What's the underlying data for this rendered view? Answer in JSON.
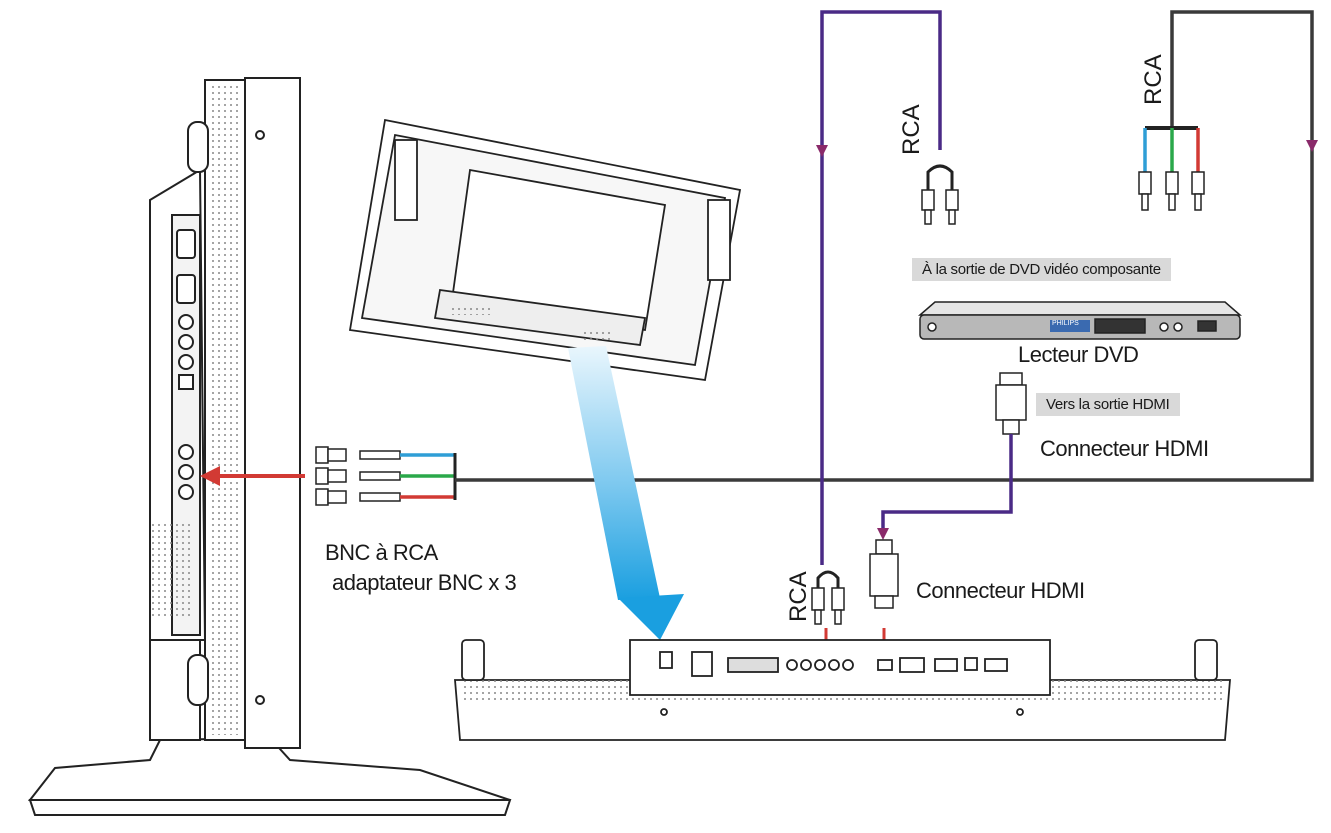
{
  "labels": {
    "rca_top_left": "RCA",
    "rca_top_right": "RCA",
    "rca_bottom": "RCA",
    "component_out": "À la sortie de DVD vidéo composante",
    "dvd_player": "Lecteur DVD",
    "dvd_brand": "PHILIPS",
    "hdmi_out": "Vers la sortie HDMI",
    "hdmi_connector_top": "Connecteur HDMI",
    "hdmi_connector_bottom": "Connecteur HDMI",
    "bnc_line1": "BNC à RCA",
    "bnc_line2": "adaptateur BNC x 3"
  },
  "colors": {
    "purple_cable": "#4a2a86",
    "dark_cable": "#3a3a3a",
    "red_arrow": "#d23a34",
    "rca_blue": "#2f9ed6",
    "rca_green": "#2aa84a",
    "rca_red": "#d23a34",
    "blue_beam": "#1a9fe0"
  }
}
